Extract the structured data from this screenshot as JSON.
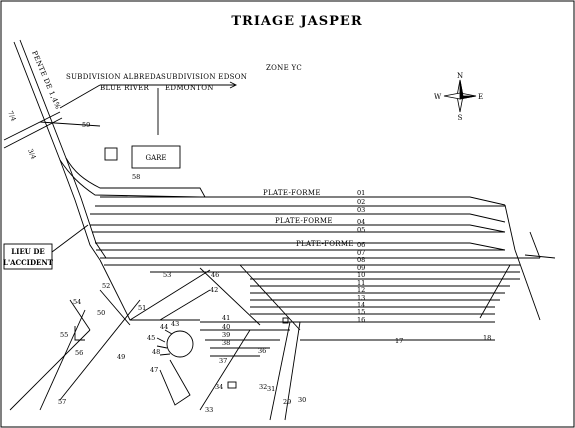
{
  "title": "TRIAGE JASPER",
  "zone": "ZONE YC",
  "subdivisions": {
    "albreda": "SUBDIVISION ALBREDA",
    "edson": "SUBDIVISION EDSON",
    "blue_river": "BLUE RIVER",
    "edmonton": "EDMONTON"
  },
  "pente": "PENTE DE 1,4%",
  "slope_labels": [
    "7/4",
    "3/4"
  ],
  "gare": "GARE",
  "platforms": [
    "PLATE-FORME",
    "PLATE-FORME",
    "PLATE-FORME"
  ],
  "accident": [
    "LIEU DE",
    "L'ACCIDENT"
  ],
  "compass": {
    "n": "N",
    "s": "S",
    "e": "E",
    "w": "W"
  },
  "track_numbers": [
    "01",
    "02",
    "03",
    "04",
    "05",
    "06",
    "07",
    "08",
    "09",
    "10",
    "11",
    "12",
    "13",
    "14",
    "15",
    "16",
    "17",
    "18"
  ],
  "other_numbers": [
    "59",
    "58",
    "52",
    "53",
    "46",
    "42",
    "54",
    "55",
    "56",
    "57",
    "50",
    "51",
    "49",
    "41",
    "40",
    "39",
    "38",
    "37",
    "36",
    "44",
    "43",
    "45",
    "48",
    "47",
    "34",
    "33",
    "32",
    "31",
    "30",
    "29"
  ]
}
